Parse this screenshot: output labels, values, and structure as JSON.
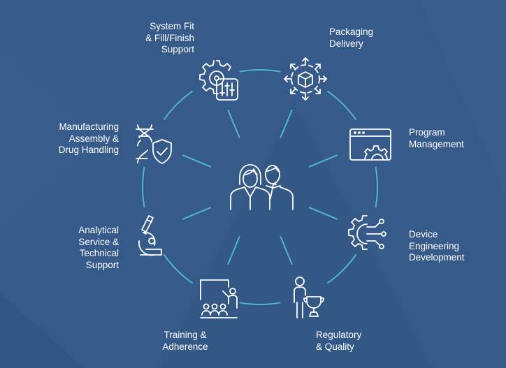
{
  "diagram": {
    "center": {
      "icon": "people-icon"
    },
    "nodes": [
      {
        "id": "system-fit",
        "label": "System Fit\n& Fill/Finish\nSupport",
        "icon": "gear-sliders-icon"
      },
      {
        "id": "packaging",
        "label": "Packaging\nDelivery",
        "icon": "package-arrows-icon"
      },
      {
        "id": "program",
        "label": "Program\nManagement",
        "icon": "browser-gear-icon"
      },
      {
        "id": "device",
        "label": "Device\nEngineering\nDevelopment",
        "icon": "gear-circuit-icon"
      },
      {
        "id": "regulatory",
        "label": "Regulatory\n& Quality",
        "icon": "person-trophy-icon"
      },
      {
        "id": "training",
        "label": "Training &\nAdherence",
        "icon": "classroom-icon"
      },
      {
        "id": "analytical",
        "label": "Analytical\nService &\nTechnical\nSupport",
        "icon": "microscope-icon"
      },
      {
        "id": "manufacturing",
        "label": "Manufacturing\nAssembly &\nDrug Handling",
        "icon": "dna-shield-icon"
      }
    ]
  },
  "colors": {
    "background": "#365a8a",
    "accent": "#4fb6cf",
    "text": "#ffffff"
  }
}
